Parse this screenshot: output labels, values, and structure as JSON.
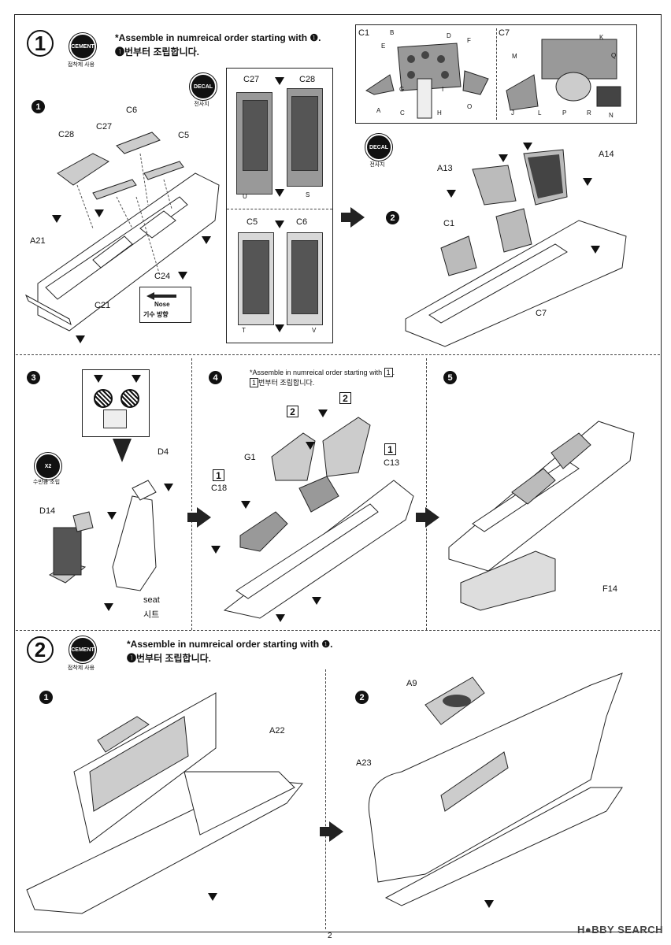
{
  "step1": {
    "number": "1",
    "cement_badge": "CEMENT",
    "cement_caption": "접착제 사용",
    "instruction_en": "*Assemble in numreical order starting with ❶.",
    "instruction_ko": "❶번부터 조립합니다.",
    "decal_badge": "DECAL",
    "decal_caption": "전사지",
    "sub1": "1",
    "sub2": "2",
    "labels_sub1": [
      "C28",
      "C27",
      "C6",
      "C5",
      "A21",
      "C21",
      "C24"
    ],
    "nose_label_en": "Nose",
    "nose_label_ko": "기수 방향",
    "decal_box_labels": [
      "C27",
      "C28",
      "U",
      "S",
      "C5",
      "C6",
      "T",
      "V"
    ],
    "panel_c1_labels": [
      "C1",
      "B",
      "D",
      "E",
      "F",
      "A",
      "G",
      "C",
      "H",
      "I",
      "O"
    ],
    "panel_c7_labels": [
      "C7",
      "K",
      "M",
      "Q",
      "J",
      "L",
      "P",
      "R",
      "N"
    ],
    "labels_sub2": [
      "A13",
      "A14",
      "C1",
      "C7"
    ],
    "decal2_badge": "DECAL",
    "decal2_caption": "전사지"
  },
  "step_mid": {
    "sub3": "3",
    "sub4": "4",
    "sub5": "5",
    "x2_badge": "X2",
    "x2_caption": "수만큼 조립",
    "labels_sub3": [
      "D4",
      "D14",
      "seat",
      "시트"
    ],
    "instruction_en": "*Assemble in numreical order starting with ",
    "instruction_box": "1",
    "instruction_suffix": ".",
    "instruction_ko": "번부터 조립합니다.",
    "labels_sub4": [
      "G1",
      "C13",
      "C18"
    ],
    "boxnums_sub4": [
      "2",
      "2",
      "1",
      "1"
    ],
    "labels_sub5": [
      "F14"
    ]
  },
  "step2": {
    "number": "2",
    "cement_badge": "CEMENT",
    "cement_caption": "접착제 사용",
    "instruction_en": "*Assemble in numreical order starting with ❶.",
    "instruction_ko": "❶번부터 조립합니다.",
    "sub1": "1",
    "sub2": "2",
    "labels_sub1": [
      "A22"
    ],
    "labels_sub2": [
      "A9",
      "A23"
    ]
  },
  "footer": {
    "page_number": "2",
    "watermark": "H●BBY SEARCH"
  }
}
